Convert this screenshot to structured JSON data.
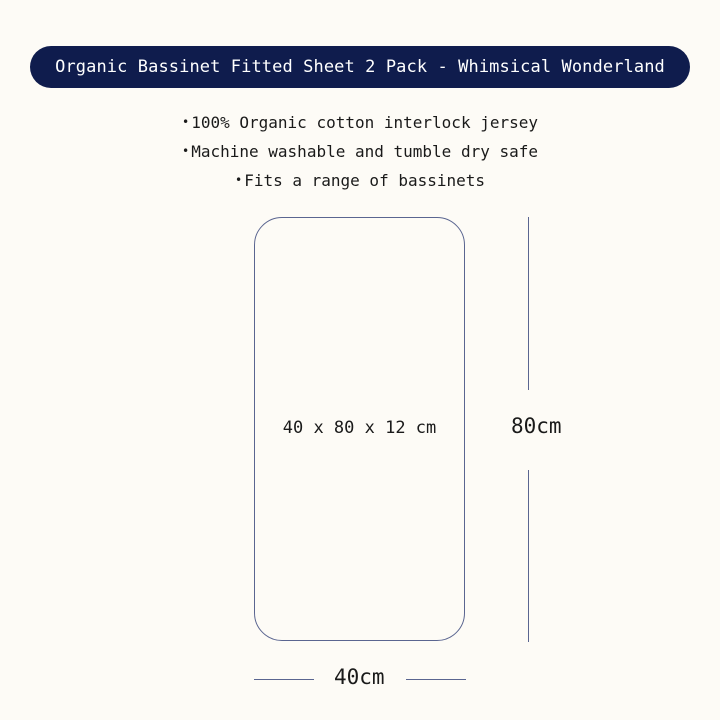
{
  "title": "Organic Bassinet Fitted Sheet 2 Pack - Whimsical Wonderland",
  "bullet_glyph": "•",
  "features": [
    "100% Organic cotton interlock jersey",
    "Machine washable and tumble dry safe",
    "Fits a range of bassinets"
  ],
  "diagram": {
    "dimensions": "40 x 80 x 12 cm",
    "length_label": "80cm",
    "width_label": "40cm"
  },
  "colors": {
    "banner": "#0f1c4d",
    "background": "#fdfbf6",
    "outline": "#5a6590"
  }
}
